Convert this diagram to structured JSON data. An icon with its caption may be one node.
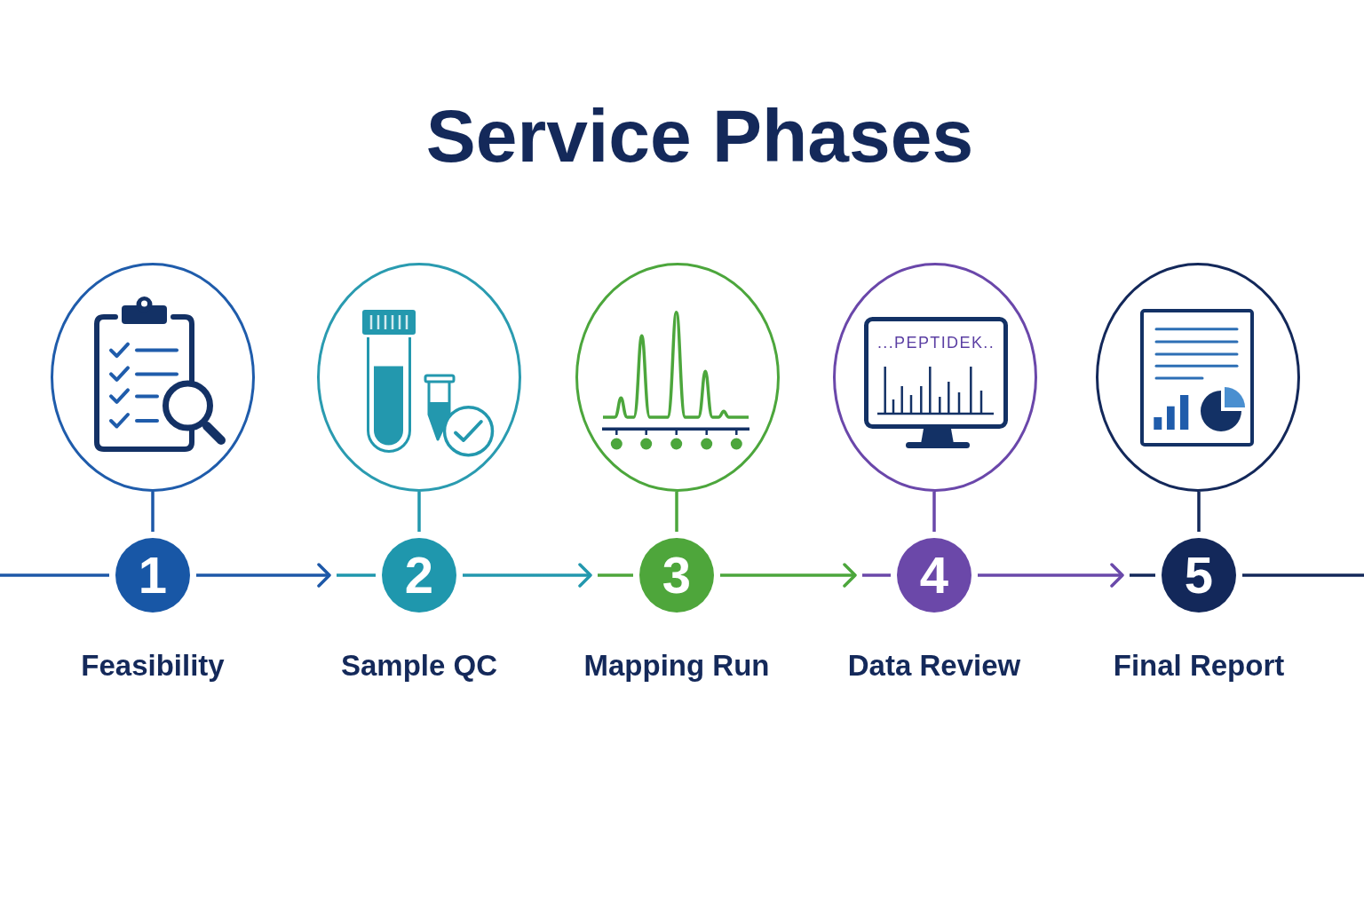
{
  "diagram": {
    "title": "Service Phases",
    "nodes": [
      {
        "text": [],
        "shape": "picture"
      },
      {
        "text": [
          "1"
        ],
        "beside": [
          "Feasibility"
        ]
      },
      {
        "text": [],
        "shape": "picture"
      },
      {
        "text": [
          "2"
        ],
        "beside": [
          "Sample QC"
        ]
      },
      {
        "text": [],
        "shape": "picture"
      },
      {
        "text": [
          "3"
        ],
        "beside": [
          "Mapping Run"
        ]
      },
      {
        "text": [
          "...PEPTIDEK.."
        ]
      },
      {
        "text": [
          "4"
        ],
        "beside": [
          "Data Review"
        ]
      },
      {
        "text": [],
        "shape": "picture"
      },
      {
        "text": [
          "5"
        ],
        "beside": [
          "Final Report"
        ]
      }
    ],
    "edges": [
      {
        "from": null,
        "to": 1,
        "arrow": "none",
        "color": "#1d58a8"
      },
      {
        "from": 1,
        "to": 3,
        "arrow": "to",
        "color": "#1d58a8"
      },
      {
        "from": 3,
        "to": 5,
        "arrow": "to",
        "color": "#2398ae"
      },
      {
        "from": 5,
        "to": 7,
        "arrow": "to",
        "color": "#4ca63c"
      },
      {
        "from": 7,
        "to": 9,
        "arrow": "to",
        "color": "#6a49aa"
      },
      {
        "from": 9,
        "to": null,
        "arrow": "none",
        "color": "#13285a"
      },
      {
        "from": 0,
        "to": 1,
        "arrow": "none",
        "color": "#1d58a8"
      },
      {
        "from": 2,
        "to": 3,
        "arrow": "none",
        "color": "#2398ae"
      },
      {
        "from": 4,
        "to": 5,
        "arrow": "none",
        "color": "#4ca63c"
      },
      {
        "from": 6,
        "to": 7,
        "arrow": "none",
        "color": "#6a49aa"
      },
      {
        "from": 8,
        "to": 9,
        "arrow": "none",
        "color": "#13285a"
      }
    ]
  }
}
